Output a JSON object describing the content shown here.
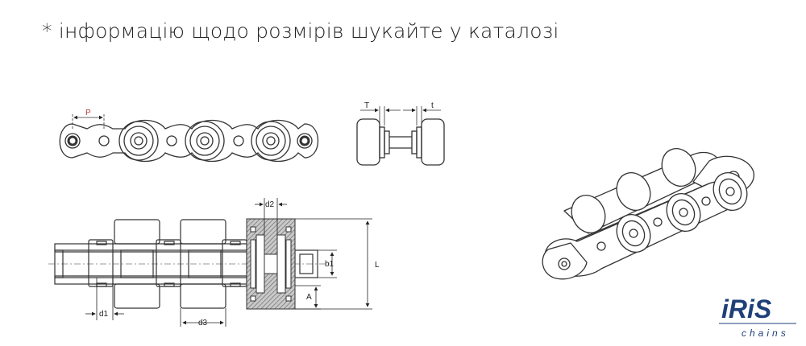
{
  "header": {
    "note": "* інформацію щодо розмірів шукайте у каталозі"
  },
  "labels": {
    "pitch": "P",
    "width_T": "T",
    "thickness_t": "t",
    "d2": "d2",
    "b1": "b1",
    "length_L": "L",
    "A": "A",
    "d1": "d1",
    "d3": "d3"
  },
  "logo": {
    "name": "iRiS",
    "sub": "chains",
    "color": "#1f3f78"
  },
  "colors": {
    "line": "#333333",
    "hatch": "#8a8a8a"
  }
}
